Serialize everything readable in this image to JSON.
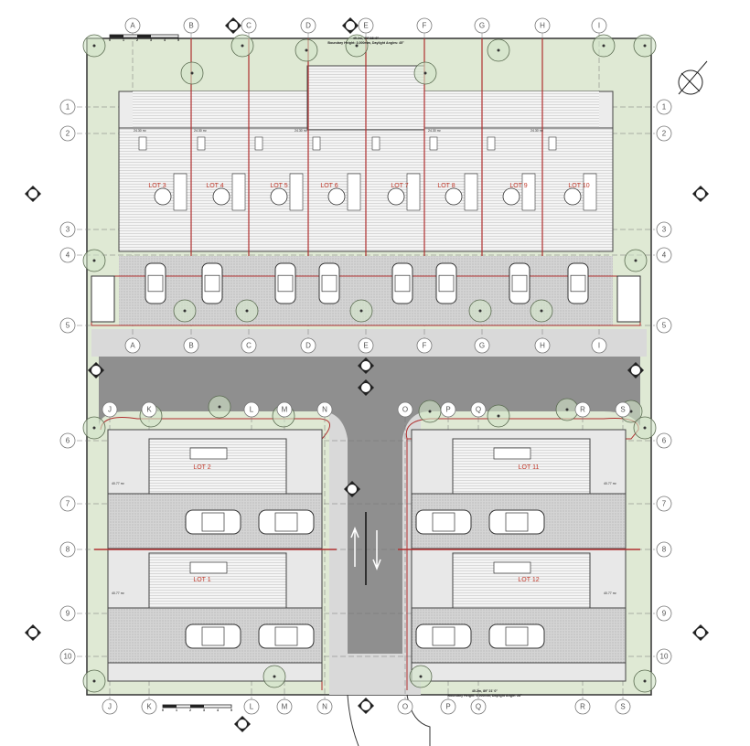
{
  "plan": {
    "grid_columns_top": [
      "A",
      "B",
      "C",
      "D",
      "E",
      "F",
      "G",
      "H",
      "I"
    ],
    "grid_columns_bottom": [
      "J",
      "K",
      "L",
      "M",
      "N",
      "O",
      "P",
      "Q",
      "R",
      "S"
    ],
    "grid_rows_top": [
      "1",
      "2",
      "3",
      "4",
      "5"
    ],
    "grid_rows_bottom": [
      "6",
      "7",
      "8",
      "9",
      "10"
    ],
    "lots_top": [
      "LOT 3",
      "LOT 4",
      "LOT 5",
      "LOT 6",
      "LOT 7",
      "LOT 8",
      "LOT 9",
      "LOT 10"
    ],
    "lots_bottom_left": [
      "LOT 2",
      "LOT 1"
    ],
    "lots_bottom_right": [
      "LOT 11",
      "LOT 12"
    ],
    "boundary_top": {
      "line1": "45.2m, 90° 21' 0\"",
      "line2": "Boundary Height: 3,000mm, Daylight Angles: 45°"
    },
    "boundary_bottom": {
      "line1": "45.2m, 89° 21' 0\"",
      "line2": "Boundary Height: 3,000mm, Daylight Angle: 28°"
    },
    "area_top": "24.30 m²",
    "area_bottom": "40.77 m²",
    "scale_ticks": [
      "0",
      "1",
      "2",
      "3",
      "4",
      "5"
    ],
    "colors": {
      "boundary_red": "#b03030",
      "lawn": "#dfe9d4",
      "road": "#8f8f8f",
      "footpath": "#d9d9d9",
      "paving": "#c8c8c8"
    }
  }
}
